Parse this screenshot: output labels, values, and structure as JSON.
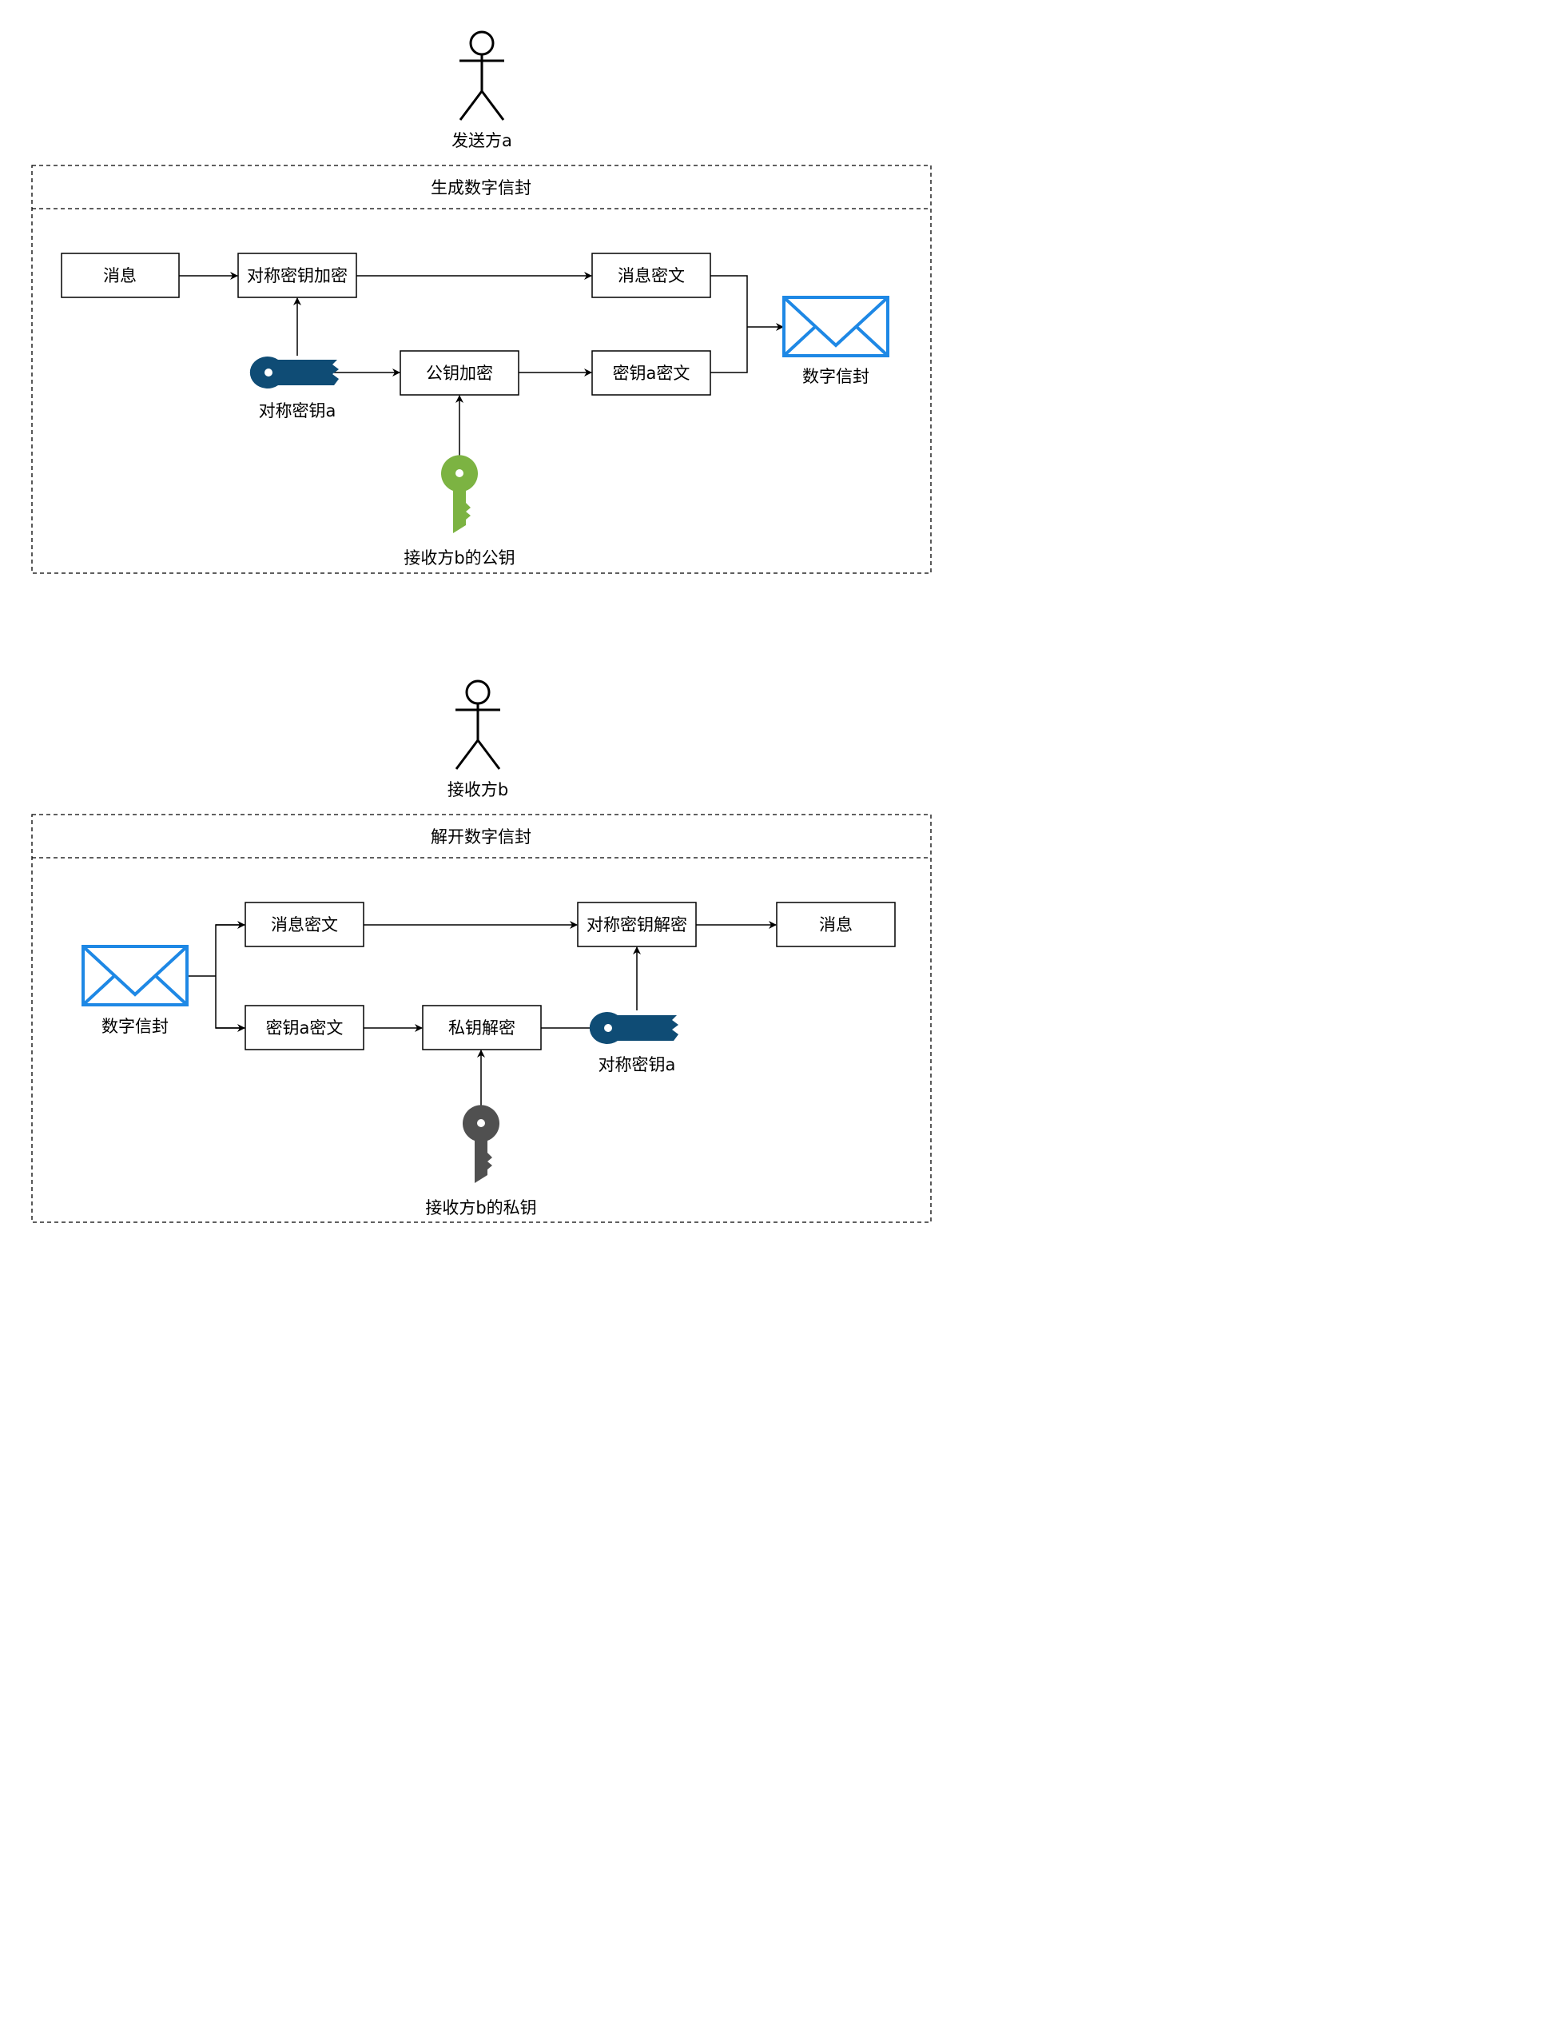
{
  "colors": {
    "envelope": "#1e88e5",
    "symmetric_key": "#0f4c75",
    "public_key": "#7cb342",
    "private_key": "#505050"
  },
  "top": {
    "actor_label": "发送方a",
    "section_title": "生成数字信封",
    "nodes": {
      "message": "消息",
      "sym_encrypt": "对称密钥加密",
      "message_cipher": "消息密文",
      "pub_encrypt": "公钥加密",
      "key_cipher": "密钥a密文"
    },
    "sym_key_label": "对称密钥a",
    "pub_key_label": "接收方b的公钥",
    "envelope_label": "数字信封"
  },
  "bottom": {
    "actor_label": "接收方b",
    "section_title": "解开数字信封",
    "envelope_label": "数字信封",
    "nodes": {
      "message_cipher": "消息密文",
      "key_cipher": "密钥a密文",
      "priv_decrypt": "私钥解密",
      "sym_decrypt": "对称密钥解密",
      "message": "消息"
    },
    "sym_key_label": "对称密钥a",
    "priv_key_label": "接收方b的私钥"
  }
}
